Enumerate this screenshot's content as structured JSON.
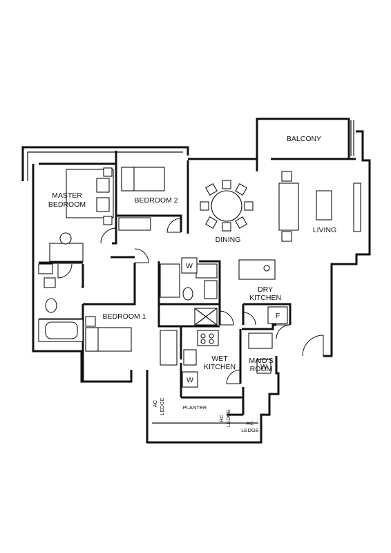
{
  "rooms": {
    "balcony": "BALCONY",
    "master_bedroom_line1": "MASTER",
    "master_bedroom_line2": "BEDROOM",
    "bedroom2": "BEDROOM 2",
    "dining": "DINING",
    "living": "LIVING",
    "dry_kitchen_line1": "DRY",
    "dry_kitchen_line2": "KITCHEN",
    "bedroom1": "BEDROOM 1",
    "wet_kitchen_line1": "WET",
    "wet_kitchen_line2": "KITCHEN",
    "maids_room_line1": "MAID'S",
    "maids_room_line2": "ROOM",
    "ac_ledge_line1": "AC",
    "ac_ledge_line2": "LEDGE",
    "planter": "PLANTER",
    "rc_ledge_a_line1": "RC",
    "rc_ledge_a_line2": "LEDGE",
    "rc_ledge_b_line1": "RC",
    "rc_ledge_b_line2": "LEDGE"
  },
  "symbols": {
    "fridge": "F",
    "washer_kitchen": "W",
    "washer_maid": "W",
    "washer_bath": "W"
  }
}
